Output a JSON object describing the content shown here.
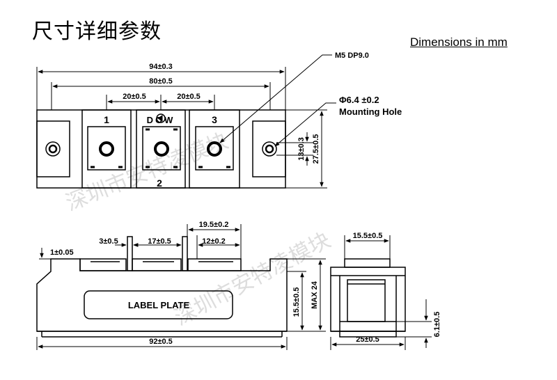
{
  "title": "尺寸详细参数",
  "units_note": "Dimensions in mm",
  "top_view": {
    "overall_width": "94±0.3",
    "terminal_span": "80±0.5",
    "pitch_left": "20±0.5",
    "pitch_right": "20±0.5",
    "terminal_1": "1",
    "terminal_2": "2",
    "terminal_3": "3",
    "brand": "DOW",
    "screw_callout": "M5 DP9.0",
    "hole_callout": "Φ6.4 ±0.2",
    "hole_label": "Mounting Hole",
    "hole_spacing": "13±0.3",
    "body_height": "27.5±0.5"
  },
  "side_view": {
    "base_thickness": "1±0.05",
    "tab_width_a": "3±0.5",
    "tab_width_b": "17±0.5",
    "tab_span": "19.5±0.2",
    "tab_width_c": "12±0.2",
    "label_plate": "LABEL PLATE",
    "body_height": "15.5±0.5",
    "max_height": "MAX 24",
    "base_length": "92±0.5"
  },
  "end_view": {
    "top_width": "15.5±0.5",
    "base_width": "25±0.5",
    "step_height": "6.1±0.5"
  },
  "watermark": {
    "text": "深圳市安特凌模块"
  }
}
